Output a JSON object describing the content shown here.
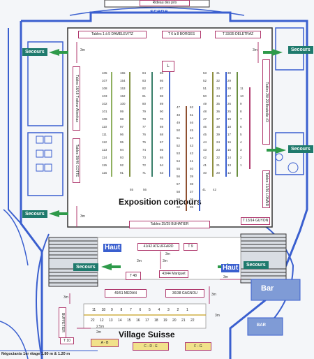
{
  "top_label": "Rideau des prix",
  "scene": "scene",
  "table_labels": {
    "top_left": "Tables 1 à 5 DAMELEVITZ",
    "top_mid": "T 6 à 8 BORGES",
    "top_right": "T 33/35 DELETRAZ",
    "left_outer": "Tables 16/18 Traiteur Ativeikas",
    "left_mid": "Tables 38/40 COTTE",
    "right_top": "Tables 28/ 29 Bouteille 43",
    "right_bottom": "Tables 13/36 LONAIR",
    "bottom": "Tables 25/29 BUHATIER",
    "bottom_right": "T 13/14 GUYON",
    "hall_top": "41/42 ATEUFFARD",
    "hall_top_right": "T 9",
    "hall_t48": "T 48",
    "hall_mid": "43/44 Mariguet",
    "hall_medan": "49/51 MEDAN",
    "hall_gagnou": "36/38 GAGNOU",
    "bar_left": "BUFFETIER",
    "t10": "T 10",
    "stand_ab": "A - B",
    "stand_cde": "C - D - E",
    "stand_fg": "F - G",
    "l_box": "L"
  },
  "secours_labels": [
    "Secours",
    "Secours",
    "Secours",
    "Secours",
    "Secours",
    "Secours"
  ],
  "distances": [
    "3m",
    "3m",
    "3m",
    "3m",
    "3m",
    "3m",
    "3m",
    "3m",
    "2.5m",
    "3m",
    "2m",
    "3m"
  ],
  "exposition": "Exposition concours",
  "haut_left": "Haut",
  "haut_right": "Haut",
  "bar": "Bar",
  "bar_small": "BAR",
  "village": "Village Suisse",
  "footer": "Négociants 1er étage 1.80 m & 1.20 m",
  "columns": [
    {
      "nums": [
        "105",
        "107",
        "108",
        "103",
        "102",
        "101",
        "109",
        "110",
        "111",
        "112",
        "113",
        "114",
        "115",
        "116"
      ]
    },
    {
      "nums": [
        "155",
        "154",
        "153",
        "152",
        "100",
        "99",
        "98",
        "97",
        "96",
        "95",
        "94",
        "93",
        "92",
        "91"
      ]
    },
    {
      "nums": [
        "84",
        "83",
        "82",
        "81",
        "80",
        "79",
        "78",
        "77",
        "76",
        "75",
        "74",
        "73",
        "72",
        "71"
      ]
    },
    {
      "nums": [
        "85",
        "86",
        "87",
        "88",
        "89",
        "90",
        "70",
        "69",
        "68",
        "67",
        "66",
        "65",
        "64",
        "63"
      ]
    },
    {
      "nums": [
        "47",
        "48",
        "49",
        "50",
        "51",
        "52",
        "53",
        "54",
        "55",
        "56",
        "57",
        "58",
        "59",
        "60"
      ]
    },
    {
      "nums": [
        "62",
        "61",
        "46",
        "45",
        "44",
        "43",
        "42",
        "41",
        "40",
        "39",
        "38",
        "37",
        "36",
        "35"
      ]
    },
    {
      "nums": [
        "53",
        "52",
        "51",
        "50",
        "49",
        "48",
        "47",
        "46",
        "45",
        "44",
        "43",
        "42",
        "41",
        "40"
      ]
    },
    {
      "nums": [
        "31",
        "32",
        "33",
        "34",
        "35",
        "36",
        "37",
        "38",
        "39",
        "24",
        "23",
        "22",
        "21",
        "20"
      ]
    },
    {
      "nums": [
        "30",
        "29",
        "28",
        "27",
        "26",
        "25",
        "19",
        "18",
        "17",
        "16",
        "15",
        "14",
        "13",
        "12"
      ]
    },
    {
      "nums": [
        "11",
        "10",
        "9",
        "8",
        "7",
        "6",
        "5",
        "4",
        "3",
        "2",
        "1"
      ]
    }
  ],
  "bottom_row_top": [
    "11",
    "18",
    "9",
    "8",
    "7",
    "6",
    "5",
    "4",
    "3",
    "2",
    "1"
  ],
  "bottom_row_bottom": [
    "22",
    "12",
    "13",
    "14",
    "15",
    "16",
    "17",
    "18",
    "19",
    "20",
    "21",
    "22"
  ],
  "bottom_nums": [
    "55",
    "56",
    "41",
    "42"
  ]
}
